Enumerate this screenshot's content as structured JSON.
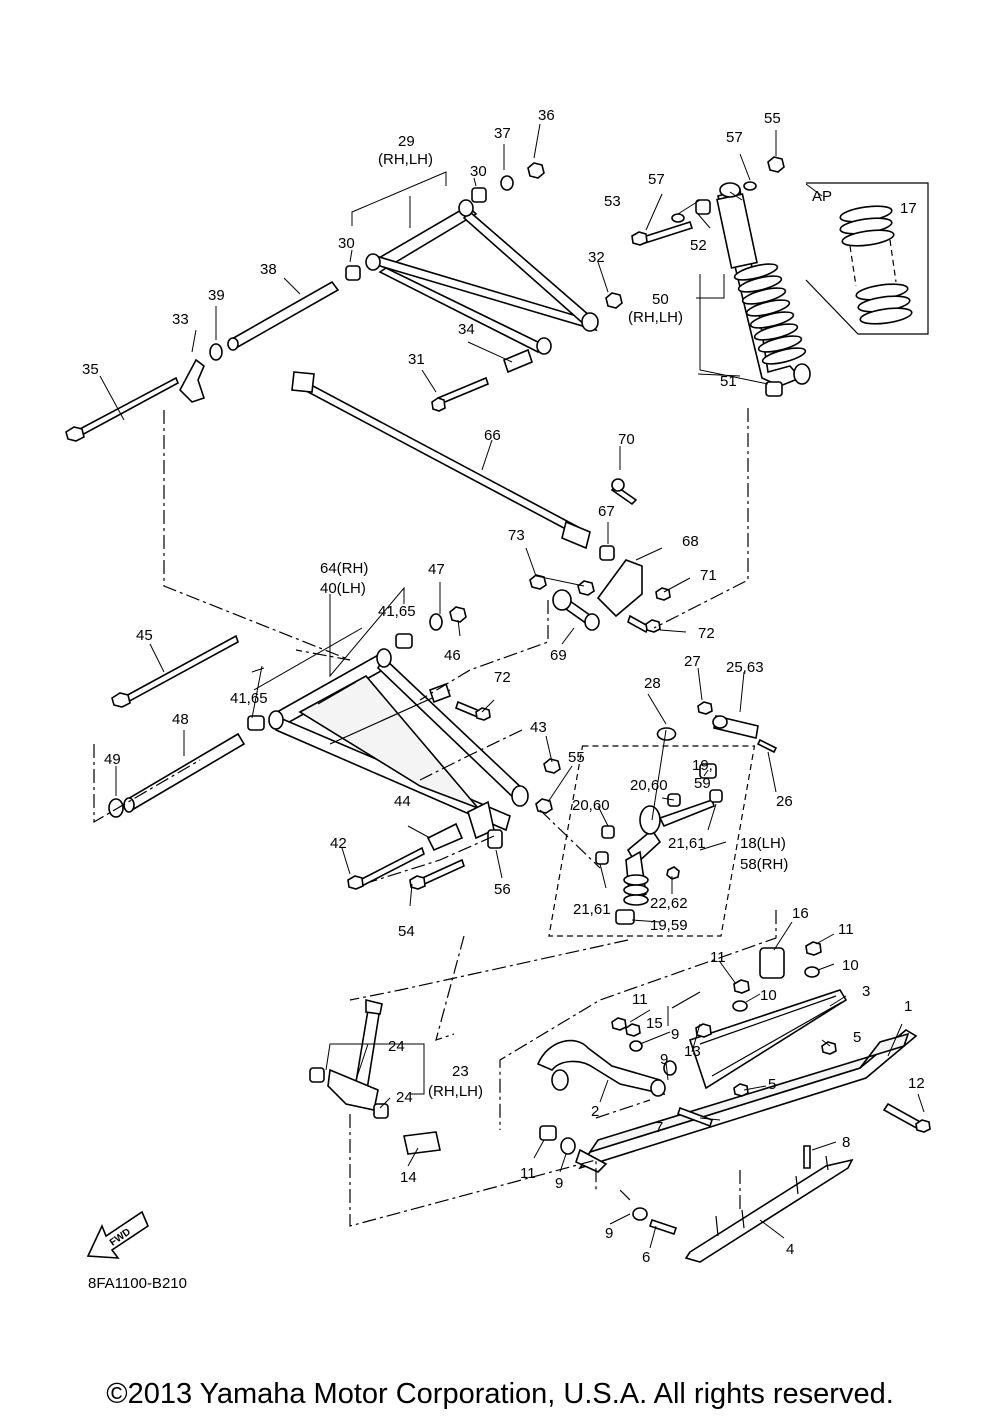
{
  "diagram": {
    "drawing_code": "8FA1100-B210",
    "fwd_label": "FWD",
    "ap_label": "AP",
    "copyright": "©2013 Yamaha Motor Corporation, U.S.A. All rights reserved.",
    "labels": {
      "p1": "1",
      "p2": "2",
      "p3": "3",
      "p4": "4",
      "p5a": "5",
      "p5b": "5",
      "p6": "6",
      "p7": "7",
      "p8": "8",
      "p9a": "9",
      "p9b": "9",
      "p9c": "9",
      "p9d": "9",
      "p10a": "10",
      "p10b": "10",
      "p11a": "11",
      "p11b": "11",
      "p11c": "11",
      "p11d": "11",
      "p12": "12",
      "p13": "13",
      "p14": "14",
      "p15": "15",
      "p16": "16",
      "p17": "17",
      "p18": "18(LH)",
      "p58": "58(RH)",
      "p19_59a_1": "19,",
      "p19_59a_2": "59",
      "p19_59b": "19,59",
      "p20_60a": "20,60",
      "p20_60b": "20,60",
      "p21_61a": "21,61",
      "p21_61b": "21,61",
      "p22_62": "22,62",
      "p23": "23",
      "p23b": "(RH,LH)",
      "p24a": "24",
      "p24b": "24",
      "p25_63": "25,63",
      "p26": "26",
      "p27": "27",
      "p28": "28",
      "p29": "29",
      "p29b": "(RH,LH)",
      "p30a": "30",
      "p30b": "30",
      "p31": "31",
      "p32": "32",
      "p33": "33",
      "p34": "34",
      "p35": "35",
      "p36": "36",
      "p37": "37",
      "p38": "38",
      "p39": "39",
      "p64": "64(RH)",
      "p40": "40(LH)",
      "p41_65a": "41,65",
      "p41_65b": "41,65",
      "p42": "42",
      "p43": "43",
      "p44": "44",
      "p45": "45",
      "p46": "46",
      "p47": "47",
      "p48": "48",
      "p49": "49",
      "p50": "50",
      "p50b": "(RH,LH)",
      "p51": "51",
      "p52": "52",
      "p53": "53",
      "p54": "54",
      "p55a": "55",
      "p55b": "55",
      "p56": "56",
      "p57a": "57",
      "p57b": "57",
      "p66": "66",
      "p67": "67",
      "p68": "68",
      "p69": "69",
      "p70": "70",
      "p71": "71",
      "p72a": "72",
      "p72b": "72",
      "p73": "73"
    }
  }
}
